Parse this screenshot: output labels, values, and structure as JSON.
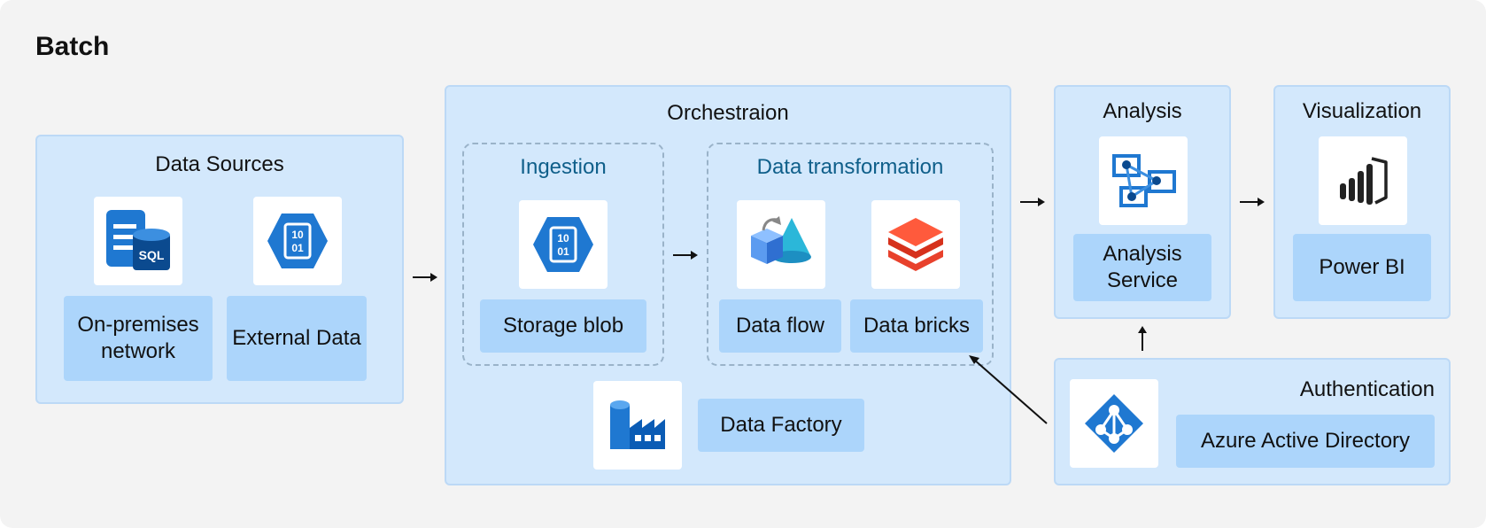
{
  "title": "Batch",
  "panels": {
    "data_sources": "Data Sources",
    "orchestration": "Orchestraion",
    "ingestion": "Ingestion",
    "transformation": "Data transformation",
    "analysis": "Analysis",
    "visualization": "Visualization",
    "authentication": "Authentication"
  },
  "labels": {
    "onprem": "On-premises network",
    "external": "External Data",
    "storage_blob": "Storage blob",
    "data_flow": "Data flow",
    "data_bricks": "Data bricks",
    "data_factory": "Data Factory",
    "analysis_service": "Analysis Service",
    "power_bi": "Power BI",
    "aad": "Azure Active Directory"
  },
  "icons": {
    "sql": "sql-database-icon",
    "external": "hexagon-binary-icon",
    "blob": "hexagon-binary-icon",
    "flow": "shapes-icon",
    "bricks": "databricks-icon",
    "factory": "factory-icon",
    "analysis": "analysis-services-icon",
    "powerbi": "power-bi-icon",
    "aad": "active-directory-icon"
  },
  "colors": {
    "panel_bg": "#d3e8fc",
    "label_bg": "#acd5fb",
    "subtitle": "#0f5f8a",
    "azure_blue": "#1f78d1",
    "databricks_red": "#e8412c"
  }
}
